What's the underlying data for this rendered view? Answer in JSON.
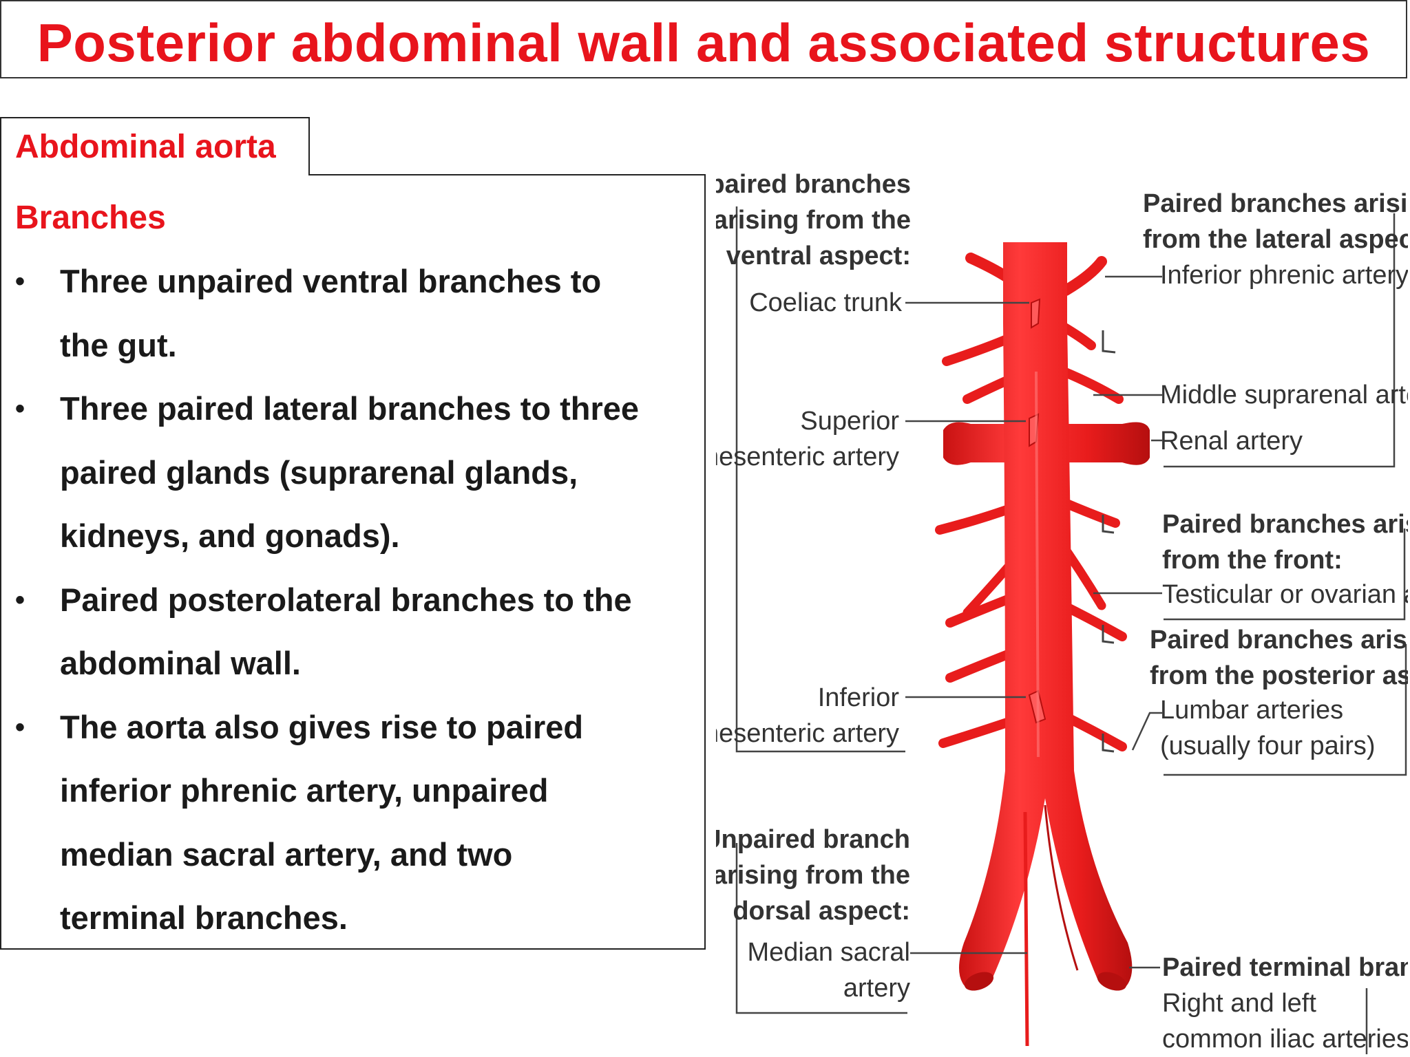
{
  "title": "Posterior abdominal wall and associated structures",
  "tab_label": "Abdominal aorta",
  "section_heading": "Branches",
  "bullets": [
    {
      "lines": [
        "Three unpaired ventral branches to",
        "the gut."
      ]
    },
    {
      "lines": [
        "Three paired lateral branches to three",
        "paired glands (suprarenal glands,",
        "kidneys, and gonads)."
      ]
    },
    {
      "lines": [
        "Paired posterolateral branches to the",
        "abdominal wall."
      ]
    },
    {
      "lines": [
        "The aorta also gives rise to paired",
        "inferior phrenic artery, unpaired",
        "median sacral artery, and two",
        "terminal branches."
      ]
    }
  ],
  "bullet_glyph": "•",
  "diagram": {
    "left_labels": {
      "ventral_heading": [
        "Unpaired branches",
        "arising from the",
        "ventral aspect:"
      ],
      "coeliac": "Coeliac trunk",
      "sma": [
        "Superior",
        "mesenteric artery"
      ],
      "ima": [
        "Inferior",
        "mesenteric artery"
      ],
      "dorsal_heading": [
        "Unpaired branch",
        "arising from the",
        "dorsal aspect:"
      ],
      "median_sacral": [
        "Median sacral",
        "artery"
      ]
    },
    "right_labels": {
      "lateral_heading": [
        "Paired branches arising",
        "from the lateral aspect:"
      ],
      "inferior_phrenic": "Inferior phrenic artery",
      "middle_suprarenal": "Middle suprarenal artery",
      "renal": "Renal artery",
      "front_heading": [
        "Paired branches arising",
        "from the front:"
      ],
      "gonadal": "Testicular or ovarian artery",
      "posterior_heading": [
        "Paired branches arising",
        "from the posterior aspect:"
      ],
      "lumbar": [
        "Lumbar arteries",
        "(usually four pairs)"
      ],
      "terminal_heading": "Paired terminal branches:",
      "iliac": [
        "Right and left",
        "common iliac arteries"
      ]
    },
    "colors": {
      "artery": "#e81c1c",
      "artery_shadow": "#b50f0f",
      "artery_highlight": "#ff6b6b",
      "leader": "#444444"
    }
  }
}
